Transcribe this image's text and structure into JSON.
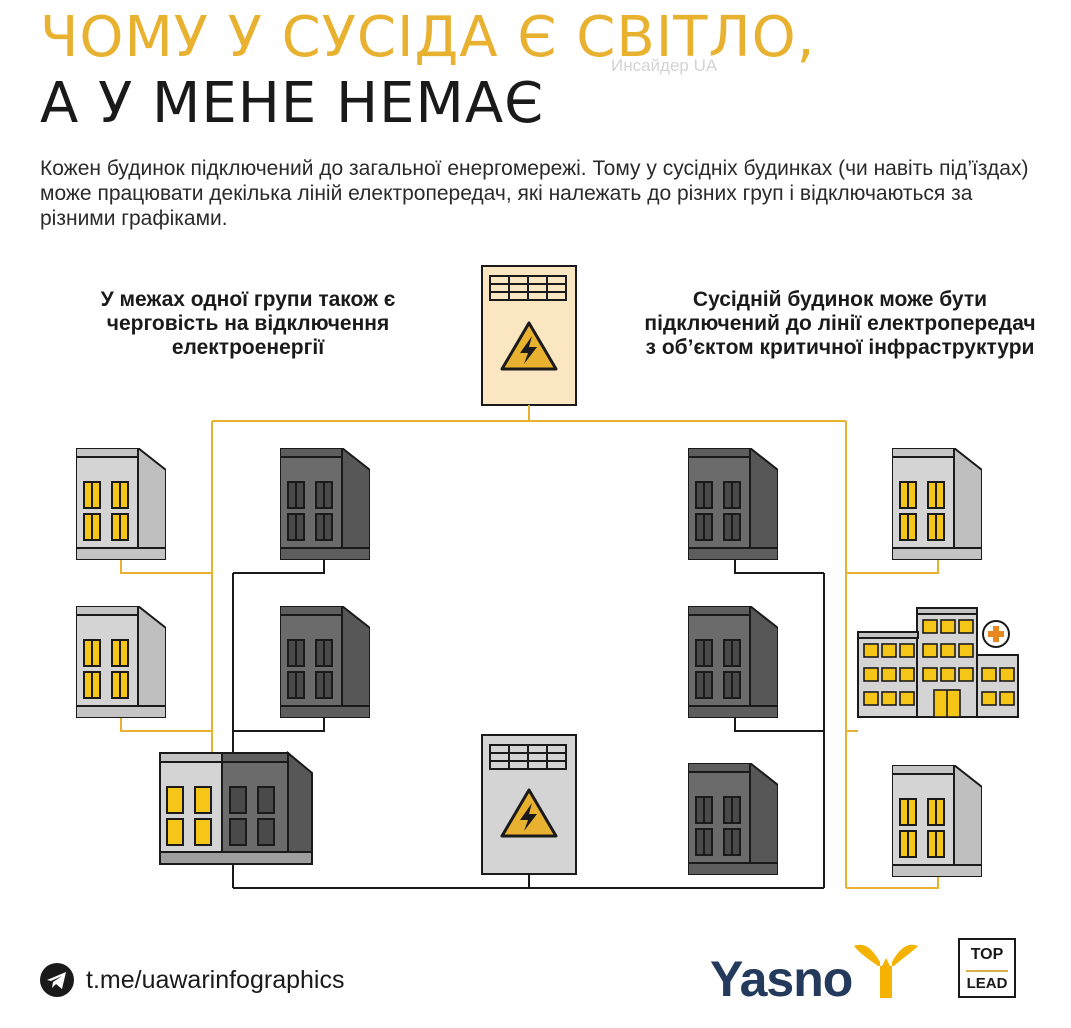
{
  "colors": {
    "accent": "#e8b130",
    "window_lit": "#f5c518",
    "building_lit": "#d4d4d4",
    "building_dark": "#6b6b6b",
    "line_dark": "#1a1a1a",
    "substation_panel": "#fbe6c2",
    "brand_text": "#243a5c"
  },
  "title": {
    "line1": "ЧОМУ У СУСІДА Є СВІТЛО,",
    "line2": "А У МЕНЕ НЕМАЄ"
  },
  "watermark": "Инсайдер UA",
  "intro": "Кожен будинок підключений до загальної енергомережі. Тому у сусідніх будинках (чи навіть під’їздах) може працювати декілька ліній електропередач, які належать до різних груп і відключаються за різними графіками.",
  "captions": {
    "left": "У межах одної групи також є черговість на відключення електроенергії",
    "right": "Сусідній будинок може бути підключений до лінії електропередач з об’єктом критичної інфраструктури"
  },
  "icons": {
    "substation": "high-voltage-warning-icon",
    "hospital": "medical-cross-icon",
    "telegram": "telegram-icon",
    "brand": "yasno-logo-icon"
  },
  "footer": {
    "link": "t.me/uawarinfographics",
    "brand": "Yasno",
    "partner_top": "TOP",
    "partner_bottom": "LEAD"
  }
}
